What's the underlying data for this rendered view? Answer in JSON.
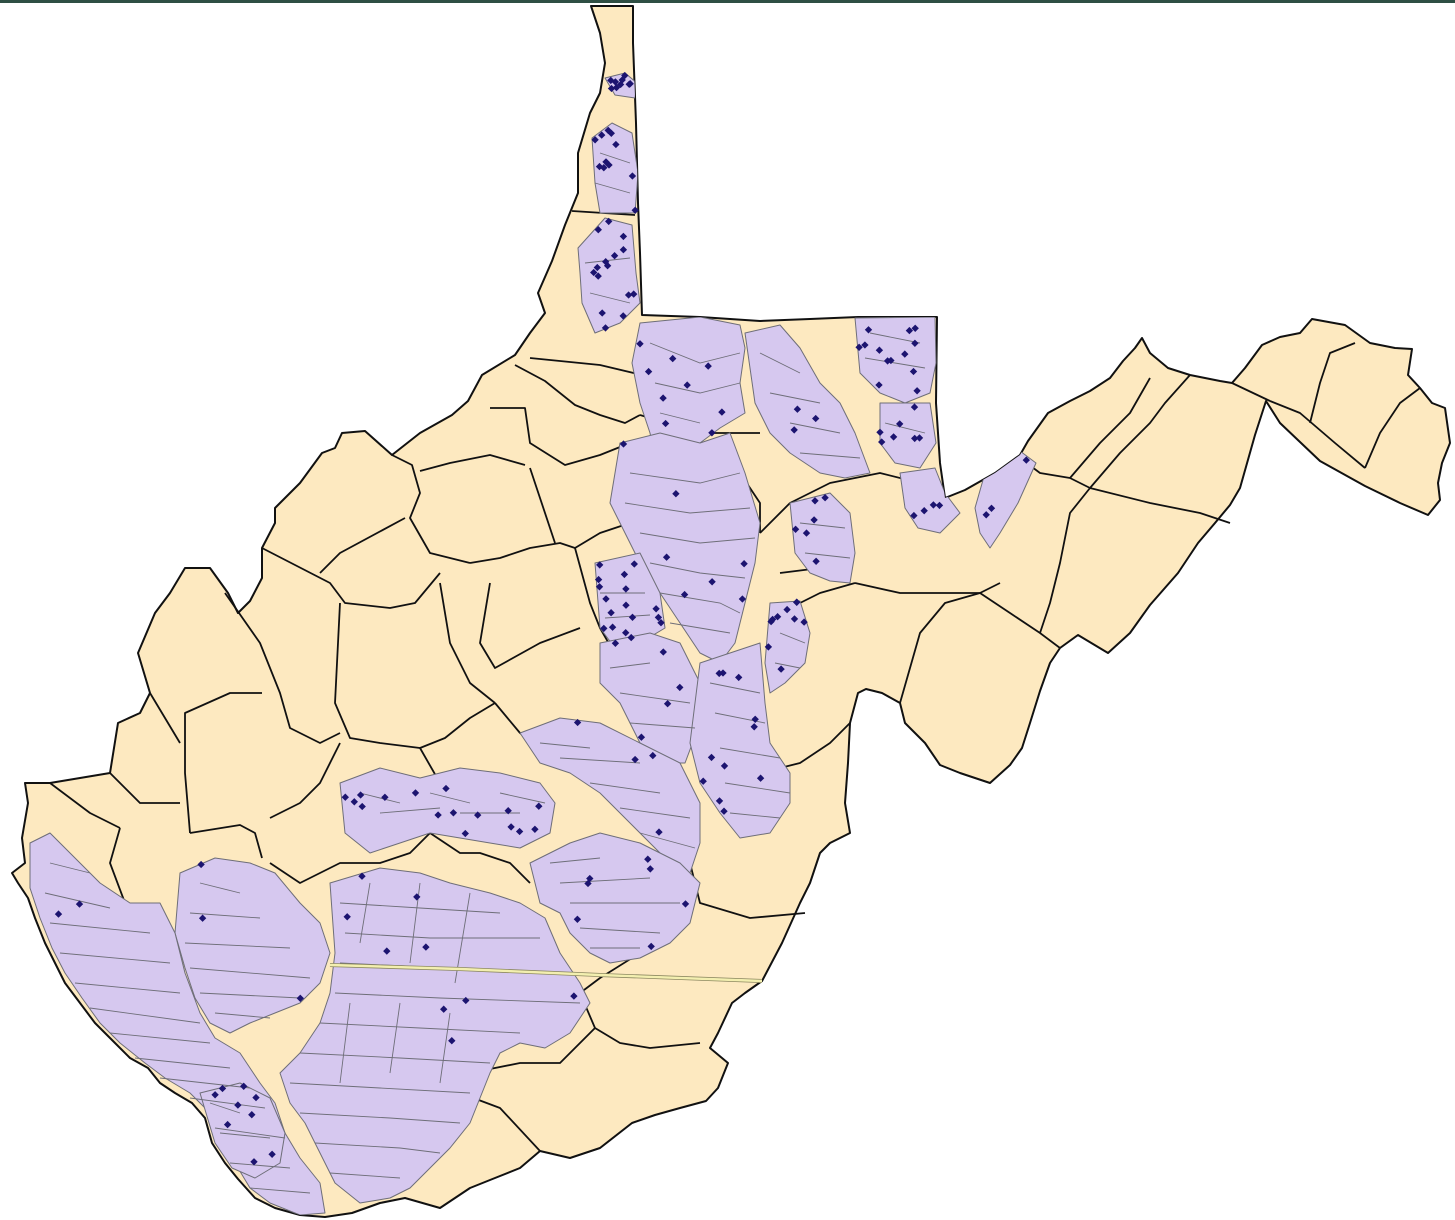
{
  "map": {
    "colors": {
      "background": "#ffffff",
      "top_bar": "#2f4f44",
      "county_fill": "#fde9c0",
      "county_stroke": "#111111",
      "watershed_fill": "#d6c8ef",
      "watershed_stroke": "#6e6e78",
      "site_marker": "#1c1470",
      "line_feature": "#f3efb0"
    },
    "layers": [
      {
        "id": "counties",
        "kind": "polygon",
        "fill": "county_fill"
      },
      {
        "id": "watersheds",
        "kind": "polygon",
        "fill": "watershed_fill"
      },
      {
        "id": "sampling-sites",
        "kind": "point",
        "marker": "diamond"
      },
      {
        "id": "line-feature",
        "kind": "line"
      }
    ],
    "site_count_drawn": 180
  }
}
